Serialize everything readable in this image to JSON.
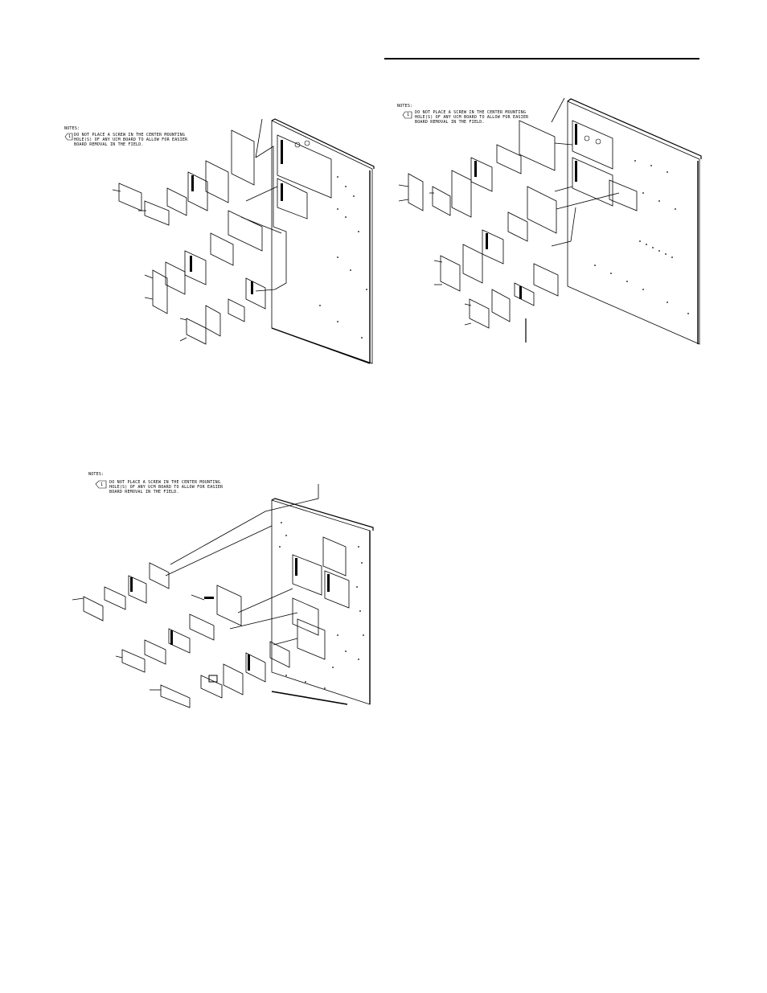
{
  "figures": [
    {
      "notes_title": "NOTES:",
      "note_number": "1",
      "note_lines": [
        "DO NOT PLACE A SCREW IN THE CENTER MOUNTING",
        "HOLE(S) OF ANY UCM BOARD TO ALLOW FOR EASIER",
        "BOARD REMOVAL IN THE FIELD."
      ]
    },
    {
      "notes_title": "NOTES:",
      "note_number": "1",
      "note_lines": [
        "DO NOT PLACE A SCREW IN THE CENTER MOUNTING",
        "HOLE(S) OF ANY UCM BOARD TO ALLOW FOR EASIER",
        "BOARD REMOVAL IN THE FIELD."
      ]
    },
    {
      "notes_title": "NOTES:",
      "note_number": "1",
      "note_lines": [
        "DO NOT PLACE A SCREW IN THE CENTER MOUNTING",
        "HOLE(S) OF ANY UCM BOARD TO ALLOW FOR EASIER",
        "BOARD REMOVAL IN THE FIELD."
      ]
    }
  ]
}
